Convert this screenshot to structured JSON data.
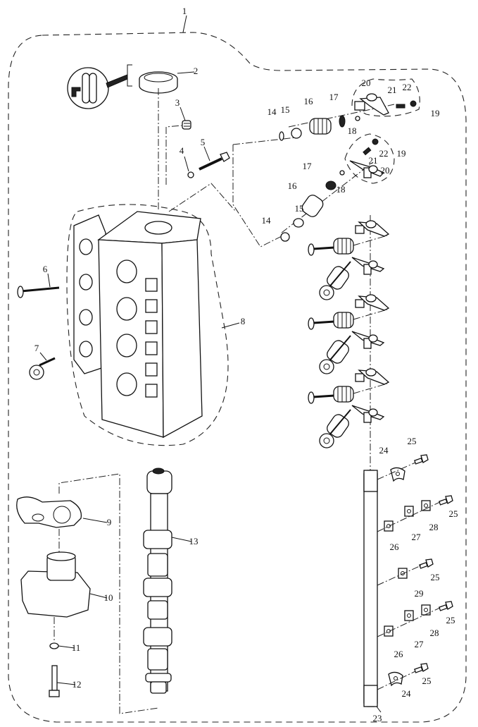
{
  "diagram": {
    "title": "Cylinder head exploded parts view",
    "callouts": [
      {
        "id": "1",
        "part": "cylinder-head-assembly"
      },
      {
        "id": "2",
        "part": "oil-seal"
      },
      {
        "id": "3",
        "part": "plug"
      },
      {
        "id": "4",
        "part": "washer"
      },
      {
        "id": "5",
        "part": "bolt"
      },
      {
        "id": "6",
        "part": "intake-valve"
      },
      {
        "id": "7",
        "part": "exhaust-valve"
      },
      {
        "id": "8",
        "part": "cylinder-head"
      },
      {
        "id": "9",
        "part": "gasket"
      },
      {
        "id": "10",
        "part": "pump-housing"
      },
      {
        "id": "11",
        "part": "washer"
      },
      {
        "id": "12",
        "part": "bolt"
      },
      {
        "id": "13",
        "part": "camshaft"
      },
      {
        "id": "14",
        "part": "valve-seal"
      },
      {
        "id": "15",
        "part": "valve-stem-seal"
      },
      {
        "id": "16",
        "part": "valve-spring"
      },
      {
        "id": "17",
        "part": "spring-retainer"
      },
      {
        "id": "18",
        "part": "valve-cotter"
      },
      {
        "id": "19",
        "part": "rocker-arm-assembly"
      },
      {
        "id": "20",
        "part": "rocker-arm"
      },
      {
        "id": "21",
        "part": "adjusting-screw"
      },
      {
        "id": "22",
        "part": "nut"
      },
      {
        "id": "23",
        "part": "rocker-shaft"
      },
      {
        "id": "24",
        "part": "shaft-clip"
      },
      {
        "id": "25",
        "part": "bolt"
      },
      {
        "id": "26",
        "part": "spacer-plate"
      },
      {
        "id": "27",
        "part": "spring-clip"
      },
      {
        "id": "28",
        "part": "washer-plate"
      },
      {
        "id": "29",
        "part": "shaft-clip"
      }
    ]
  }
}
